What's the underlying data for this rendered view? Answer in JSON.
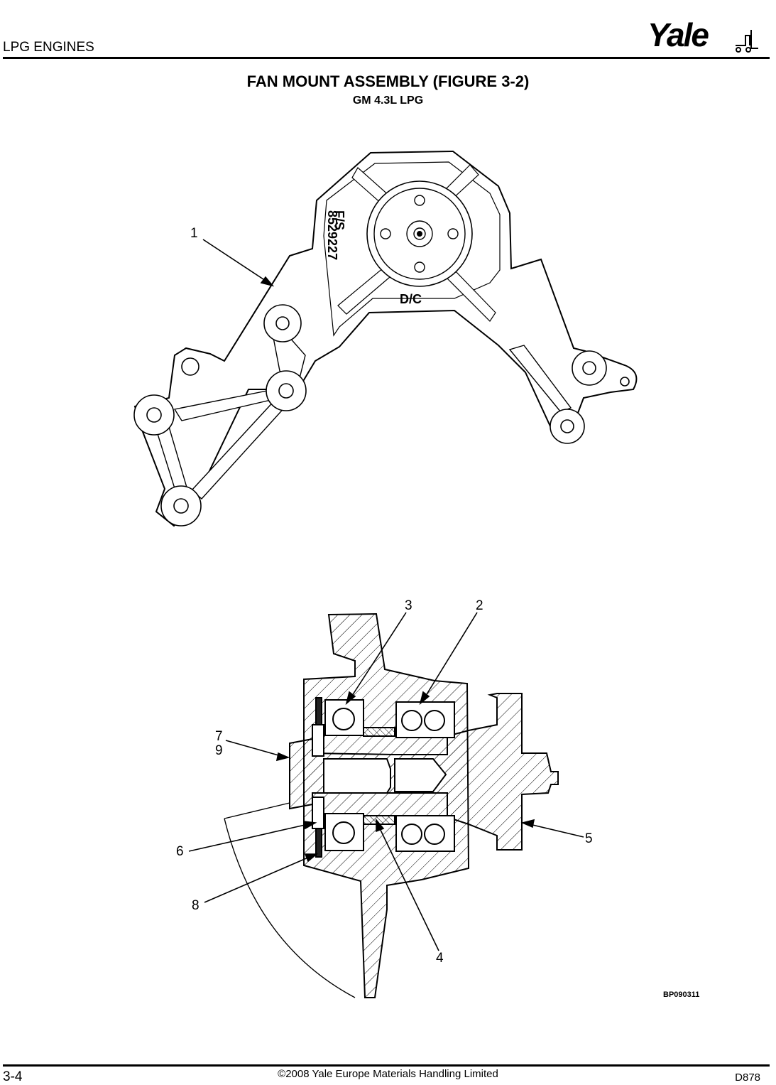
{
  "header": {
    "section": "LPG ENGINES",
    "brand": "Yale"
  },
  "title": "FAN MOUNT ASSEMBLY (FIGURE 3-2)",
  "subtitle": "GM 4.3L LPG",
  "part_marks": {
    "fs": "F/S",
    "number": "8529227",
    "dc": "D/C"
  },
  "callouts": [
    "1",
    "2",
    "3",
    "4",
    "5",
    "6",
    "7",
    "8",
    "9"
  ],
  "figure_code": "BP090311",
  "footer": {
    "page": "3-4",
    "copyright": "©2008 Yale Europe Materials Handling Limited",
    "doc": "D878"
  }
}
